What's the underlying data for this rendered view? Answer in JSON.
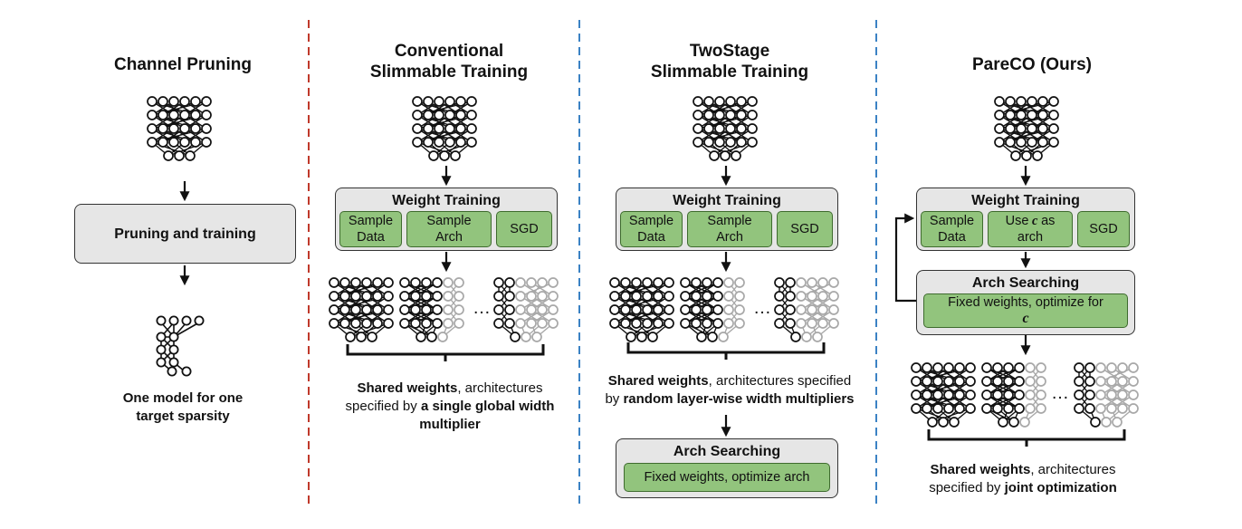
{
  "columns": [
    {
      "title_lines": [
        "Channel Pruning"
      ],
      "box_label": "Pruning and training",
      "caption_lines": [
        "One model for one",
        "target sparsity"
      ]
    },
    {
      "title_lines": [
        "Conventional",
        "Slimmable Training"
      ],
      "weight_box": {
        "title": "Weight Training",
        "cells": [
          [
            "Sample",
            "Data"
          ],
          [
            "Sample",
            "Arch"
          ],
          [
            "SGD"
          ]
        ]
      },
      "ellipsis": "…",
      "caption": {
        "p1_bold": "Shared weights",
        "p1": ", architectures",
        "p2": "specified by ",
        "p2_bold": "a single global width",
        "p3_bold": "multiplier"
      }
    },
    {
      "title_lines": [
        "TwoStage",
        "Slimmable Training"
      ],
      "weight_box": {
        "title": "Weight Training",
        "cells": [
          [
            "Sample",
            "Data"
          ],
          [
            "Sample",
            "Arch"
          ],
          [
            "SGD"
          ]
        ]
      },
      "ellipsis": "…",
      "caption": {
        "p1_bold": "Shared weights",
        "p1": ", architectures specified",
        "p2": "by ",
        "p2_bold": "random layer-wise width multipliers"
      },
      "arch_box": {
        "title": "Arch Searching",
        "inner": "Fixed weights, optimize arch"
      }
    },
    {
      "title_lines": [
        "PareCO (Ours)"
      ],
      "weight_box": {
        "title": "Weight Training",
        "cells": [
          [
            "Sample",
            "Data"
          ],
          [
            "Use",
            " c ",
            "as",
            "arch"
          ],
          [
            "SGD"
          ]
        ]
      },
      "arch_box": {
        "title": "Arch Searching",
        "inner_prefix": "Fixed weights, optimize for ",
        "inner_var": "c"
      },
      "ellipsis": "…",
      "caption": {
        "p1_bold": "Shared weights",
        "p1": ", architectures",
        "p2": "specified by ",
        "p2_bold": "joint optimization"
      }
    }
  ],
  "colors": {
    "divider_red": "#c0392b",
    "divider_blue": "#3b82c4",
    "box_gray": "#e6e6e6",
    "box_green": "#92c47d",
    "faded": "#a8a8a8"
  }
}
